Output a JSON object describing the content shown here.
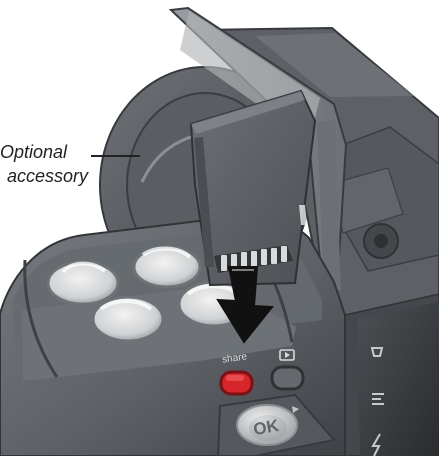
{
  "callout": {
    "line1": "Optional",
    "line2": "accessory"
  },
  "camera": {
    "buttons": {
      "share": "share",
      "ok": "OK"
    }
  },
  "colors": {
    "background": "#ffffff",
    "camera_body": "#5f6367",
    "camera_dark": "#3f4246",
    "sd_card": "#5b5e62",
    "arrow": "#111111",
    "share_button": "#d7262b"
  },
  "icons": {
    "insert_arrow": "down-arrow-icon",
    "review": "review-icon",
    "delete": "trash-icon",
    "menu": "menu-icon",
    "flash": "flash-icon"
  }
}
